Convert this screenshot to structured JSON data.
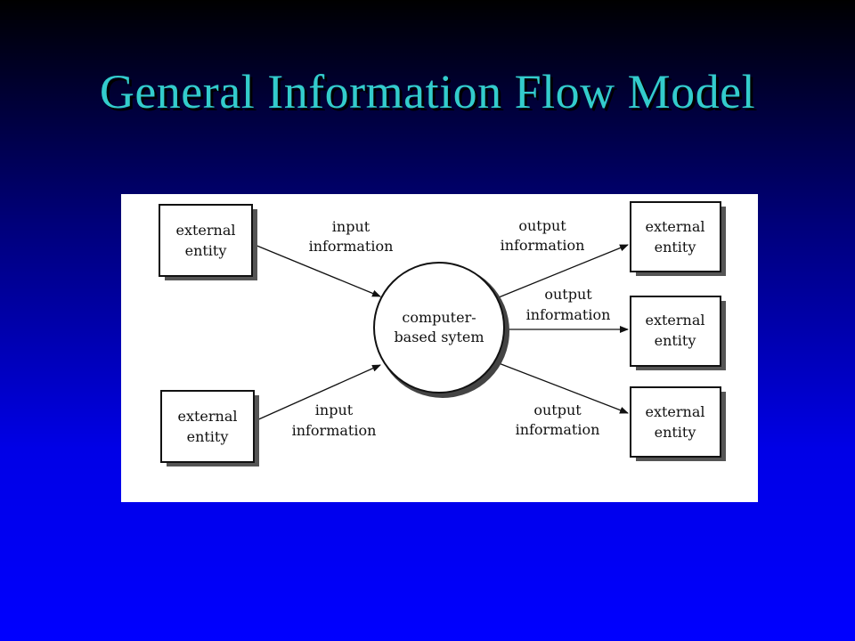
{
  "slide": {
    "title": "General Information Flow Model",
    "title_color": "#33cccc",
    "background_colors": [
      "#000000",
      "#0000ff"
    ]
  },
  "diagram": {
    "center": {
      "line1": "computer-",
      "line2": "based sytem"
    },
    "entities": [
      {
        "line1": "external",
        "line2": "entity"
      },
      {
        "line1": "external",
        "line2": "entity"
      },
      {
        "line1": "external",
        "line2": "entity"
      },
      {
        "line1": "external",
        "line2": "entity"
      },
      {
        "line1": "external",
        "line2": "entity"
      }
    ],
    "flows": [
      {
        "line1": "input",
        "line2": "information"
      },
      {
        "line1": "input",
        "line2": "information"
      },
      {
        "line1": "output",
        "line2": "information"
      },
      {
        "line1": "output",
        "line2": "information"
      },
      {
        "line1": "output",
        "line2": "information"
      }
    ]
  }
}
